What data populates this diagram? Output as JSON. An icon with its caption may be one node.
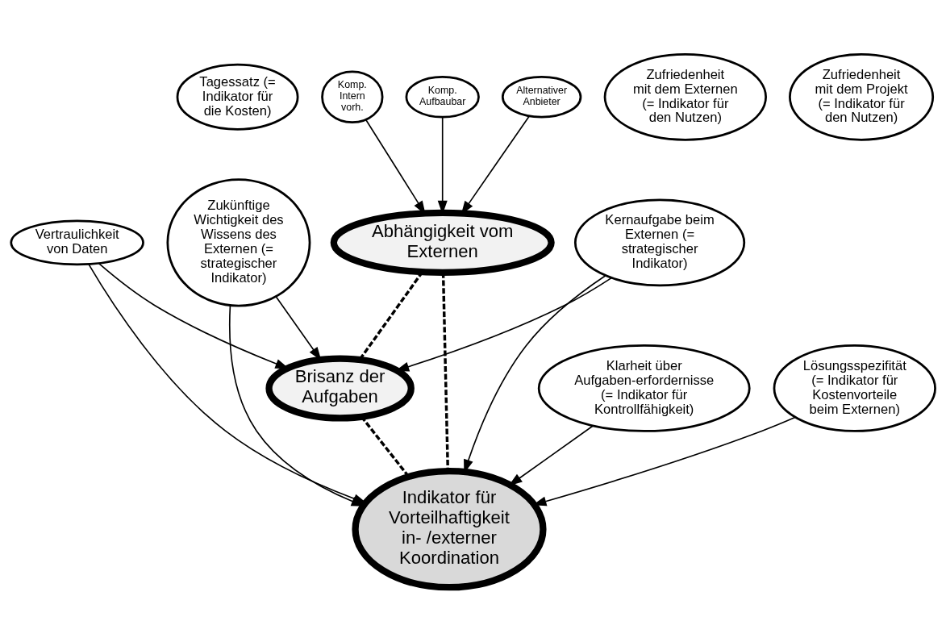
{
  "diagram": {
    "nodes": [
      {
        "text": [
          "Tagessatz (= Indikator für die Kosten)"
        ]
      },
      {
        "text": [
          "Vertraulichkeit von Daten"
        ]
      },
      {
        "text": [
          "Zukünftige Wichtigkeit des Wissens des Externen (= strategischer Indikator)"
        ]
      },
      {
        "text": [
          "Brisanz der Aufgaben"
        ]
      },
      {
        "text": [
          "Komp. Intern vorh."
        ]
      },
      {
        "text": [
          "Zufriedenheit mit dem Externen (= Indikator für den Nutzen)"
        ]
      },
      {
        "text": [
          "Abhängigkeit vom Externen"
        ]
      },
      {
        "text": [
          "Kernaufgabe beim Externen (= strategischer Indikator)"
        ]
      },
      {
        "text": [
          "Komp. Aufbaubar"
        ]
      },
      {
        "text": [
          "Indikator für Vorteilhaftigkeit in- /externer Koordination"
        ]
      },
      {
        "text": [
          "Alternativer Anbieter"
        ]
      },
      {
        "text": [
          "Zufriedenheit mit dem Projekt (= Indikator für den Nutzen)"
        ]
      },
      {
        "text": [
          "Klarheit über Aufgaben-erfordernisse (= Indikator für Kontrollfähigkeit)"
        ]
      },
      {
        "text": [
          "Lösungsspezifität (= Indikator für Kostenvorteile beim Externen)"
        ]
      }
    ],
    "edges": [
      {
        "from": 1,
        "to": 3,
        "arrow": "to"
      },
      {
        "from": 1,
        "to": 9,
        "arrow": "to"
      },
      {
        "from": 2,
        "to": 3,
        "arrow": "to"
      },
      {
        "from": 2,
        "to": 9,
        "arrow": "to"
      },
      {
        "from": 7,
        "to": 3,
        "arrow": "to"
      },
      {
        "from": 7,
        "to": 9,
        "arrow": "to"
      },
      {
        "from": 4,
        "to": 6,
        "arrow": "to"
      },
      {
        "from": 8,
        "to": 6,
        "arrow": "to"
      },
      {
        "from": 10,
        "to": 6,
        "arrow": "to"
      },
      {
        "from": 12,
        "to": 9,
        "arrow": "to"
      },
      {
        "from": 13,
        "to": 9,
        "arrow": "to"
      },
      {
        "from": 6,
        "to": 3,
        "arrow": "none",
        "style": "dashed"
      },
      {
        "from": 3,
        "to": 9,
        "arrow": "none",
        "style": "dashed"
      },
      {
        "from": 6,
        "to": 9,
        "arrow": "none",
        "style": "dashed"
      }
    ]
  }
}
